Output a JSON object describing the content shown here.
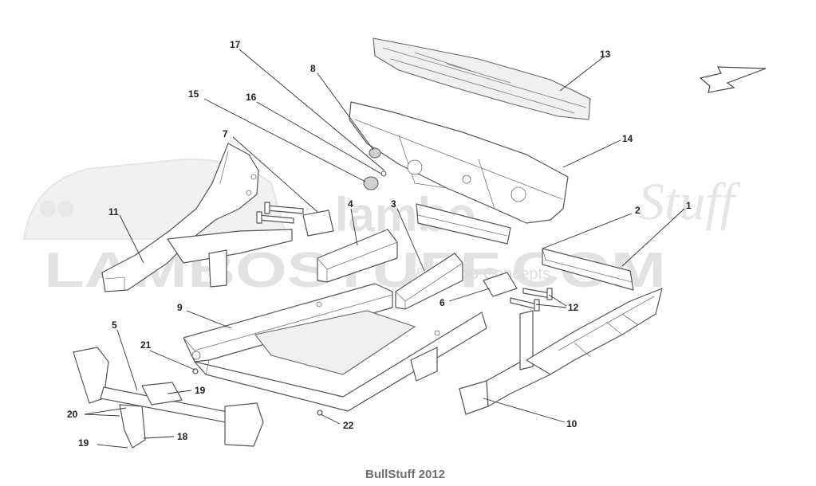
{
  "watermark": {
    "brand_top": "lambo",
    "brand_script": "Stuff",
    "brand_wide": "LAMBOSTUFF.COM",
    "brand_small": "& Lambo Concepts"
  },
  "footer": {
    "credit": "BullStuff 2012"
  },
  "callouts": {
    "c1": "1",
    "c2": "2",
    "c3": "3",
    "c4": "4",
    "c5": "5",
    "c6": "6",
    "c7": "7",
    "c8": "8",
    "c9": "9",
    "c10": "10",
    "c11": "11",
    "c12": "12",
    "c13": "13",
    "c14": "14",
    "c15": "15",
    "c16": "16",
    "c17": "17",
    "c18": "18",
    "c19a": "19",
    "c19b": "19",
    "c20": "20",
    "c21": "21",
    "c22": "22"
  }
}
